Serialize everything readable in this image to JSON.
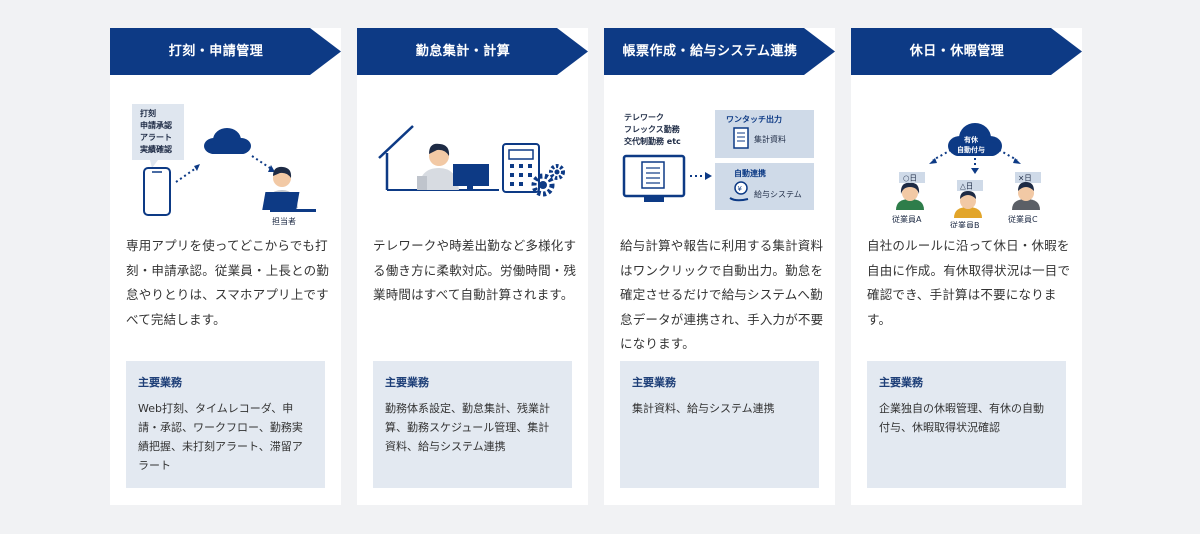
{
  "colors": {
    "navy": "#0d3a85",
    "light_panel": "#e3e9f1",
    "skin": "#f2c9a5",
    "page_bg": "#f1f2f4"
  },
  "cards": [
    {
      "title": "打刻・申請管理",
      "illustration": {
        "bubble_lines": [
          "打刻",
          "申請承認",
          "アラート",
          "実績確認"
        ],
        "person_label": "担当者",
        "icons": [
          "smartphone-icon",
          "cloud-icon",
          "person-laptop-icon"
        ]
      },
      "description": "専用アプリを使ってどこからでも打刻・申請承認。従業員・上長との勤怠やりとりは、スマホアプリ上ですべて完結します。",
      "tasks_title": "主要業務",
      "tasks": "Web打刻、タイムレコーダ、申請・承認、ワークフロー、勤務実績把握、未打刻アラート、滞留アラート"
    },
    {
      "title": "勤怠集計・計算",
      "illustration": {
        "icons": [
          "house-icon",
          "person-desk-icon",
          "calculator-icon",
          "gear-icon"
        ]
      },
      "description": "テレワークや時差出勤など多様化する働き方に柔軟対応。労働時間・残業時間はすべて自動計算されます。",
      "tasks_title": "主要業務",
      "tasks": "勤務体系設定、勤怠集計、残業計算、勤務スケジュール管理、集計資料、給与システム連携"
    },
    {
      "title": "帳票作成・給与システム連携",
      "illustration": {
        "work_lines": [
          "テレワーク",
          "フレックス勤務",
          "交代制勤務 etc"
        ],
        "box1_title": "ワンタッチ出力",
        "box1_label": "集計資料",
        "box2_title": "自動連携",
        "box2_label": "給与システム",
        "icons": [
          "monitor-icon",
          "document-icon",
          "yen-hand-icon"
        ]
      },
      "description": "給与計算や報告に利用する集計資料はワンクリックで自動出力。勤怠を確定させるだけで給与システムへ勤怠データが連携され、手入力が不要になります。",
      "tasks_title": "主要業務",
      "tasks": "集計資料、給与システム連携"
    },
    {
      "title": "休日・休暇管理",
      "illustration": {
        "cloud_label_1": "有休",
        "cloud_label_2": "自動付与",
        "badges": [
          "○日",
          "△日",
          "×日"
        ],
        "employees": [
          "従業員A",
          "従業員B",
          "従業員C"
        ],
        "icons": [
          "cloud-icon",
          "employee-a-icon",
          "employee-b-icon",
          "employee-c-icon"
        ]
      },
      "description": "自社のルールに沿って休日・休暇を自由に作成。有休取得状況は一目で確認でき、手計算は不要になります。",
      "tasks_title": "主要業務",
      "tasks": "企業独自の休暇管理、有休の自動付与、休暇取得状況確認"
    }
  ]
}
